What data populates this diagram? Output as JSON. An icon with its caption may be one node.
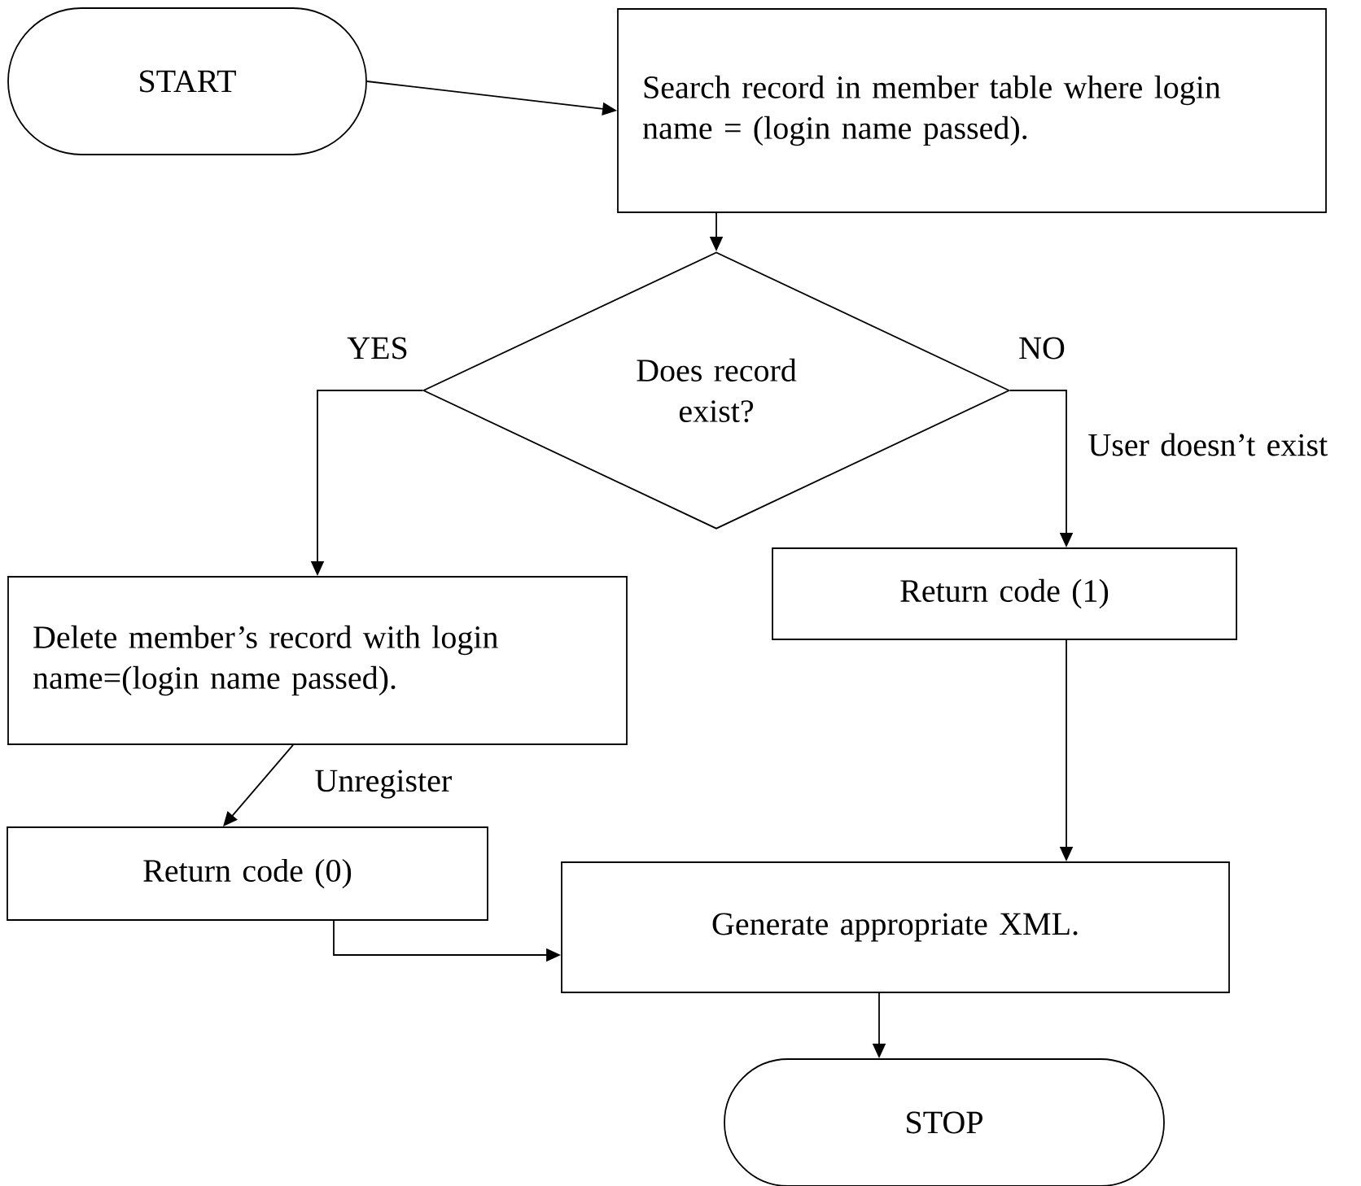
{
  "diagram": {
    "nodes": [
      {
        "text": [
          "START"
        ]
      },
      {
        "text": [
          "Search record in member table where login name = (login name passed)."
        ]
      },
      {
        "text": [
          "Does record exist?"
        ]
      },
      {
        "text": [
          "Delete member’s record with login name=(login name passed)."
        ]
      },
      {
        "text": [
          "Return code (1)"
        ]
      },
      {
        "text": [
          "Return code (0)"
        ]
      },
      {
        "text": [
          "Generate appropriate XML."
        ]
      },
      {
        "text": [
          "STOP"
        ]
      }
    ],
    "edges": [
      {
        "from": 0,
        "to": 1,
        "arrow": "to"
      },
      {
        "from": 1,
        "to": 2,
        "arrow": "to"
      },
      {
        "from": 2,
        "to": 3,
        "arrow": "to",
        "label": "YES"
      },
      {
        "from": 2,
        "to": 4,
        "arrow": "to",
        "label": "NO"
      },
      {
        "from": 3,
        "to": 5,
        "arrow": "to",
        "label": "Unregister"
      },
      {
        "from": 4,
        "to": 6,
        "arrow": "to"
      },
      {
        "from": 5,
        "to": 6,
        "arrow": "to"
      },
      {
        "from": 6,
        "to": 7,
        "arrow": "to"
      }
    ],
    "labels": [
      "User doesn’t exist"
    ]
  }
}
